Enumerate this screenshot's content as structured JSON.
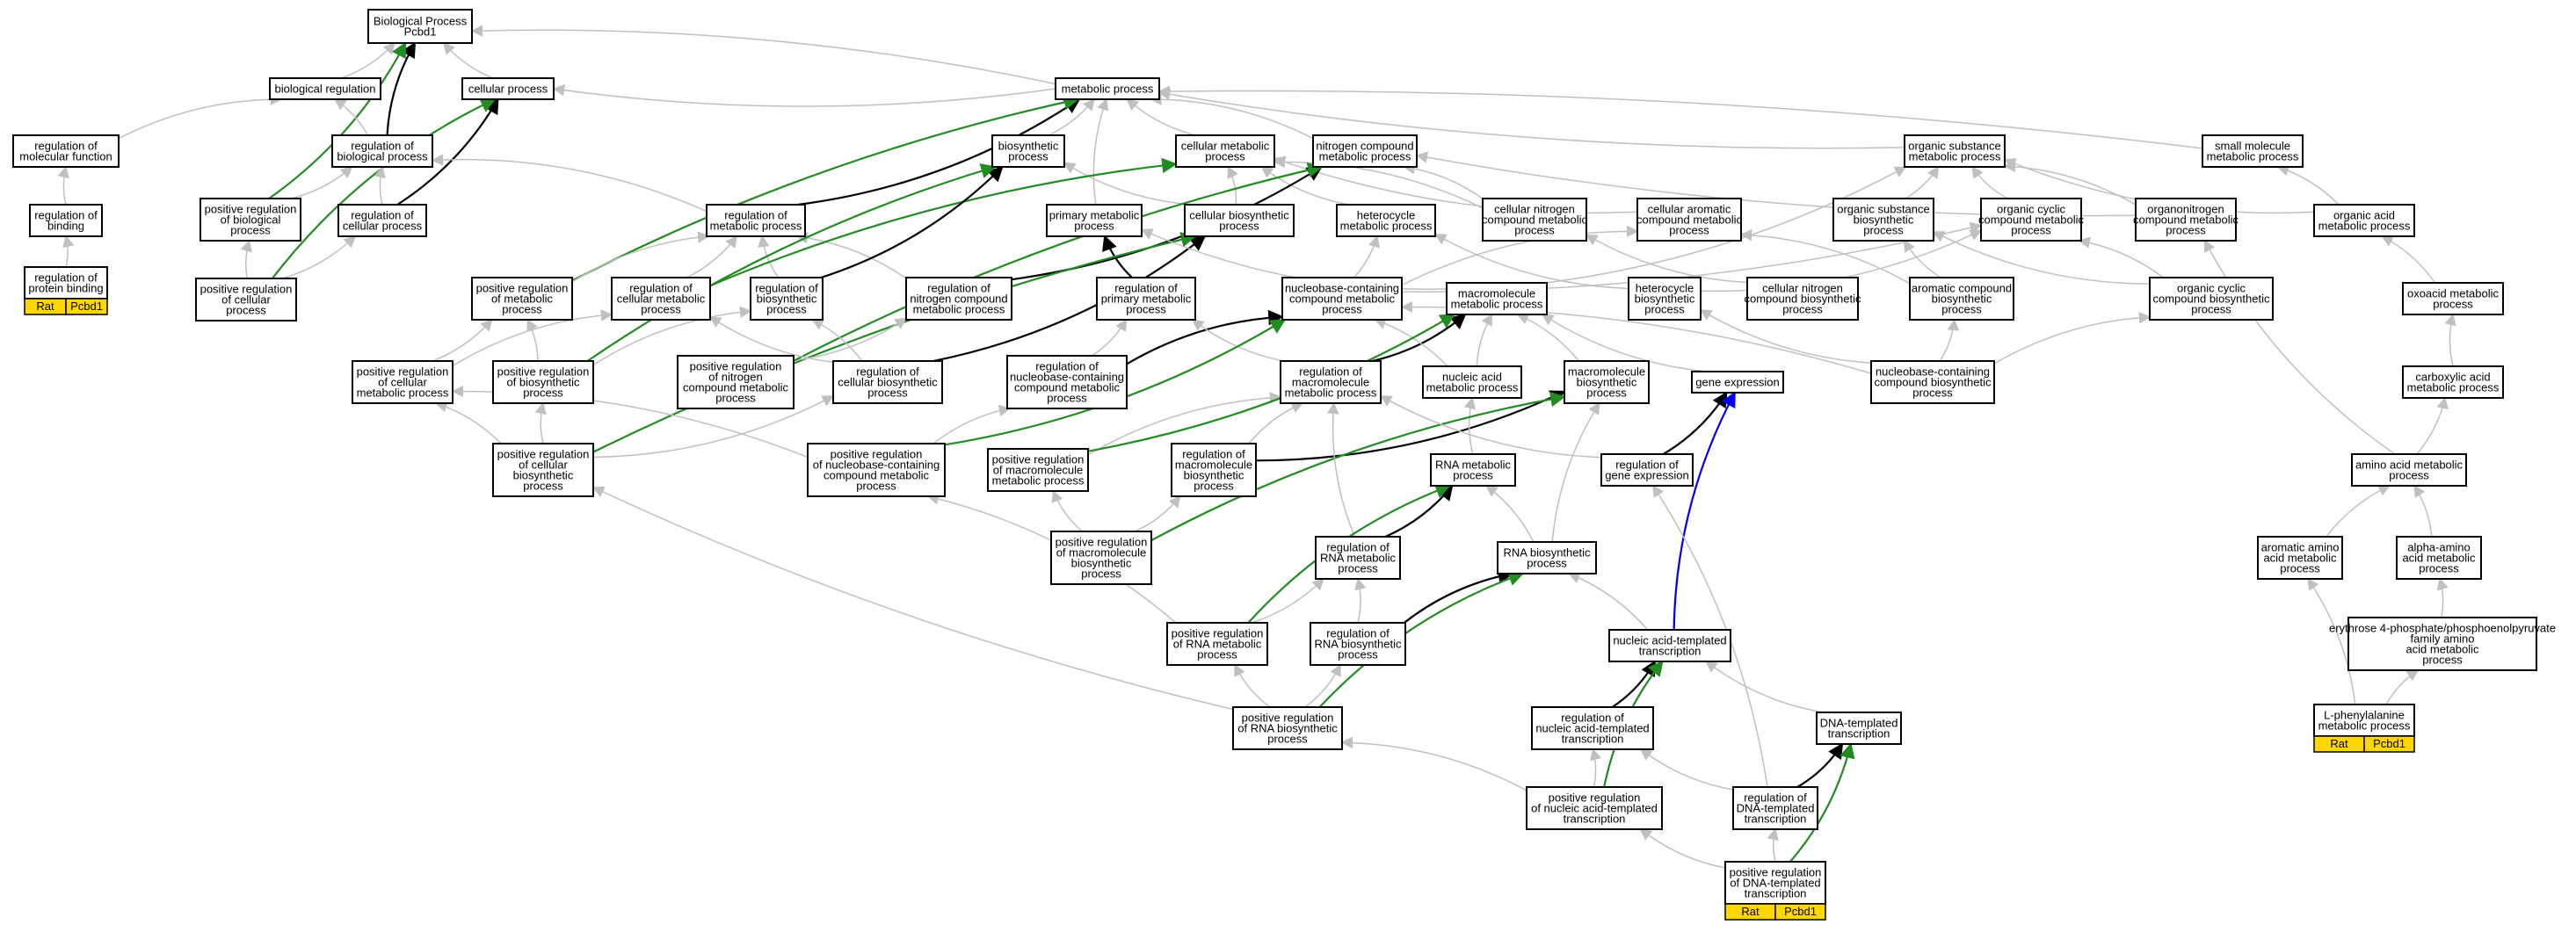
{
  "colors": {
    "gray": "#c0c0c0",
    "black": "#000000",
    "green": "#228b22",
    "blue": "#0000ee",
    "badge": "#ffd700"
  },
  "nodes": [
    {
      "id": "bp",
      "lines": [
        "Biological Process",
        "Pcbd1"
      ]
    },
    {
      "id": "biological_regulation",
      "lines": [
        "biological regulation"
      ]
    },
    {
      "id": "cellular_process",
      "lines": [
        "cellular process"
      ]
    },
    {
      "id": "metabolic_process",
      "lines": [
        "metabolic process"
      ]
    },
    {
      "id": "reg_molecular_function",
      "lines": [
        "regulation of",
        "molecular function"
      ]
    },
    {
      "id": "reg_binding",
      "lines": [
        "regulation of",
        "binding"
      ]
    },
    {
      "id": "reg_protein_binding",
      "lines": [
        "regulation of",
        "protein binding"
      ],
      "badges": [
        "Rat",
        "Pcbd1"
      ]
    },
    {
      "id": "reg_biological_process",
      "lines": [
        "regulation of",
        "biological process"
      ]
    },
    {
      "id": "pos_reg_biological_process",
      "lines": [
        "positive regulation",
        "of biological",
        "process"
      ]
    },
    {
      "id": "reg_cellular_process",
      "lines": [
        "regulation of",
        "cellular process"
      ]
    },
    {
      "id": "pos_reg_cellular_process",
      "lines": [
        "positive regulation",
        "of cellular",
        "process"
      ]
    },
    {
      "id": "biosynthetic_process",
      "lines": [
        "biosynthetic",
        "process"
      ]
    },
    {
      "id": "cellular_metabolic_process",
      "lines": [
        "cellular metabolic",
        "process"
      ]
    },
    {
      "id": "nitrogen_compound_metabolic",
      "lines": [
        "nitrogen compound",
        "metabolic process"
      ]
    },
    {
      "id": "organic_substance_metabolic",
      "lines": [
        "organic substance",
        "metabolic process"
      ]
    },
    {
      "id": "small_molecule_metabolic",
      "lines": [
        "small molecule",
        "metabolic process"
      ]
    },
    {
      "id": "reg_metabolic_process",
      "lines": [
        "regulation of",
        "metabolic process"
      ]
    },
    {
      "id": "primary_metabolic_process",
      "lines": [
        "primary metabolic",
        "process"
      ]
    },
    {
      "id": "cellular_biosynthetic_process",
      "lines": [
        "cellular biosynthetic",
        "process"
      ]
    },
    {
      "id": "heterocycle_metabolic",
      "lines": [
        "heterocycle",
        "metabolic process"
      ]
    },
    {
      "id": "cellular_nitrogen_compound_metabolic",
      "lines": [
        "cellular nitrogen",
        "compound metabolic",
        "process"
      ]
    },
    {
      "id": "cellular_aromatic_compound_metabolic",
      "lines": [
        "cellular aromatic",
        "compound metabolic",
        "process"
      ]
    },
    {
      "id": "organic_substance_biosynthetic",
      "lines": [
        "organic substance",
        "biosynthetic",
        "process"
      ]
    },
    {
      "id": "organic_cyclic_compound_metabolic",
      "lines": [
        "organic cyclic",
        "compound metabolic",
        "process"
      ]
    },
    {
      "id": "organonitrogen_compound_metabolic",
      "lines": [
        "organonitrogen",
        "compound metabolic",
        "process"
      ]
    },
    {
      "id": "organic_acid_metabolic",
      "lines": [
        "organic acid",
        "metabolic process"
      ]
    },
    {
      "id": "pos_reg_metabolic_process",
      "lines": [
        "positive regulation",
        "of metabolic",
        "process"
      ]
    },
    {
      "id": "reg_cellular_metabolic_process",
      "lines": [
        "regulation of",
        "cellular metabolic",
        "process"
      ]
    },
    {
      "id": "reg_biosynthetic_process",
      "lines": [
        "regulation of",
        "biosynthetic",
        "process"
      ]
    },
    {
      "id": "reg_nitrogen_compound_metabolic",
      "lines": [
        "regulation of",
        "nitrogen compound",
        "metabolic process"
      ]
    },
    {
      "id": "reg_primary_metabolic",
      "lines": [
        "regulation of",
        "primary metabolic",
        "process"
      ]
    },
    {
      "id": "nucleobase_containing_compound_metabolic",
      "lines": [
        "nucleobase-containing",
        "compound metabolic",
        "process"
      ]
    },
    {
      "id": "macromolecule_metabolic",
      "lines": [
        "macromolecule",
        "metabolic process"
      ]
    },
    {
      "id": "heterocycle_biosynthetic",
      "lines": [
        "heterocycle",
        "biosynthetic",
        "process"
      ]
    },
    {
      "id": "cellular_nitrogen_compound_biosynthetic",
      "lines": [
        "cellular nitrogen",
        "compound biosynthetic",
        "process"
      ]
    },
    {
      "id": "aromatic_compound_biosynthetic",
      "lines": [
        "aromatic compound",
        "biosynthetic",
        "process"
      ]
    },
    {
      "id": "organic_cyclic_compound_biosynthetic",
      "lines": [
        "organic cyclic",
        "compound biosynthetic",
        "process"
      ]
    },
    {
      "id": "oxoacid_metabolic",
      "lines": [
        "oxoacid metabolic",
        "process"
      ]
    },
    {
      "id": "pos_reg_cellular_metabolic",
      "lines": [
        "positive regulation",
        "of cellular",
        "metabolic process"
      ]
    },
    {
      "id": "pos_reg_biosynthetic",
      "lines": [
        "positive regulation",
        "of biosynthetic",
        "process"
      ]
    },
    {
      "id": "pos_reg_nitrogen_compound_metabolic",
      "lines": [
        "positive regulation",
        "of nitrogen",
        "compound metabolic",
        "process"
      ]
    },
    {
      "id": "reg_cellular_biosynthetic",
      "lines": [
        "regulation of",
        "cellular biosynthetic",
        "process"
      ]
    },
    {
      "id": "reg_nucleobase_containing_compound_metabolic",
      "lines": [
        "regulation of",
        "nucleobase-containing",
        "compound metabolic",
        "process"
      ]
    },
    {
      "id": "reg_macromolecule_metabolic",
      "lines": [
        "regulation of",
        "macromolecule",
        "metabolic process"
      ]
    },
    {
      "id": "nucleic_acid_metabolic",
      "lines": [
        "nucleic acid",
        "metabolic process"
      ]
    },
    {
      "id": "macromolecule_biosynthetic",
      "lines": [
        "macromolecule",
        "biosynthetic",
        "process"
      ]
    },
    {
      "id": "gene_expression",
      "lines": [
        "gene expression"
      ]
    },
    {
      "id": "nucleobase_containing_compound_biosynthetic",
      "lines": [
        "nucleobase-containing",
        "compound biosynthetic",
        "process"
      ]
    },
    {
      "id": "carboxylic_acid_metabolic",
      "lines": [
        "carboxylic acid",
        "metabolic process"
      ]
    },
    {
      "id": "pos_reg_cellular_biosynthetic",
      "lines": [
        "positive regulation",
        "of cellular",
        "biosynthetic",
        "process"
      ]
    },
    {
      "id": "pos_reg_nucleobase_containing",
      "lines": [
        "positive regulation",
        "of nucleobase-containing",
        "compound metabolic",
        "process"
      ]
    },
    {
      "id": "pos_reg_macromolecule_metabolic",
      "lines": [
        "positive regulation",
        "of macromolecule",
        "metabolic process"
      ]
    },
    {
      "id": "reg_macromolecule_biosynthetic",
      "lines": [
        "regulation of",
        "macromolecule",
        "biosynthetic",
        "process"
      ]
    },
    {
      "id": "rna_metabolic",
      "lines": [
        "RNA metabolic",
        "process"
      ]
    },
    {
      "id": "reg_gene_expression",
      "lines": [
        "regulation of",
        "gene expression"
      ]
    },
    {
      "id": "amino_acid_metabolic",
      "lines": [
        "amino acid metabolic",
        "process"
      ]
    },
    {
      "id": "pos_reg_macromolecule_biosynthetic",
      "lines": [
        "positive regulation",
        "of macromolecule",
        "biosynthetic",
        "process"
      ]
    },
    {
      "id": "reg_rna_metabolic",
      "lines": [
        "regulation of",
        "RNA metabolic",
        "process"
      ]
    },
    {
      "id": "rna_biosynthetic",
      "lines": [
        "RNA biosynthetic",
        "process"
      ]
    },
    {
      "id": "aromatic_amino_acid_metabolic",
      "lines": [
        "aromatic amino",
        "acid metabolic",
        "process"
      ]
    },
    {
      "id": "alpha_amino_acid_metabolic",
      "lines": [
        "alpha-amino",
        "acid metabolic",
        "process"
      ]
    },
    {
      "id": "pos_reg_rna_metabolic",
      "lines": [
        "positive regulation",
        "of RNA metabolic",
        "process"
      ]
    },
    {
      "id": "reg_rna_biosynthetic",
      "lines": [
        "regulation of",
        "RNA biosynthetic",
        "process"
      ]
    },
    {
      "id": "nucleic_acid_templated_transcription",
      "lines": [
        "nucleic acid-templated",
        "transcription"
      ]
    },
    {
      "id": "erythrose",
      "lines": [
        "erythrose 4-phosphate/phosphoenolpyruvate",
        "family amino",
        "acid metabolic",
        "process"
      ]
    },
    {
      "id": "pos_reg_rna_biosynthetic",
      "lines": [
        "positive regulation",
        "of RNA biosynthetic",
        "process"
      ]
    },
    {
      "id": "reg_nucleic_acid_templated_transcription",
      "lines": [
        "regulation of",
        "nucleic acid-templated",
        "transcription"
      ]
    },
    {
      "id": "dna_templated_transcription",
      "lines": [
        "DNA-templated",
        "transcription"
      ]
    },
    {
      "id": "l_phenylalanine_metabolic",
      "lines": [
        "L-phenylalanine",
        "metabolic process"
      ],
      "badges": [
        "Rat",
        "Pcbd1"
      ]
    },
    {
      "id": "pos_reg_nucleic_acid_templated_transcription",
      "lines": [
        "positive regulation",
        "of nucleic acid-templated",
        "transcription"
      ]
    },
    {
      "id": "reg_dna_templated_transcription",
      "lines": [
        "regulation of",
        "DNA-templated",
        "transcription"
      ]
    },
    {
      "id": "pos_reg_dna_templated_transcription",
      "lines": [
        "positive regulation",
        "of DNA-templated",
        "transcription"
      ],
      "badges": [
        "Rat",
        "Pcbd1"
      ]
    }
  ]
}
